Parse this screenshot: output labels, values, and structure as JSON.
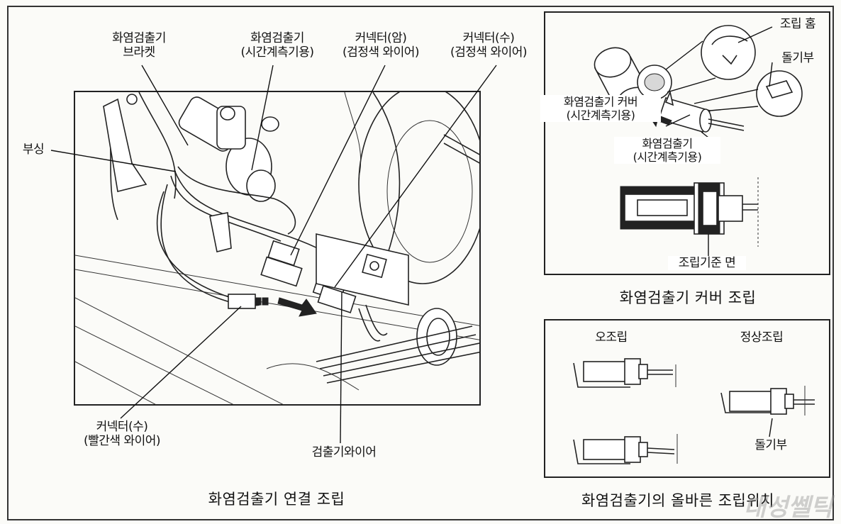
{
  "main_diagram": {
    "caption": "화염검출기 연결 조립",
    "labels": {
      "bracket": [
        "화염검출기",
        "브라켓"
      ],
      "detector_timer": [
        "화염검출기",
        "(시간계측기용)"
      ],
      "connector_female_black": [
        "커넥터(암)",
        "(검정색 와이어)"
      ],
      "connector_male_black": [
        "커넥터(수)",
        "(검정색 와이어)"
      ],
      "bushing": "부싱",
      "connector_male_red": [
        "커넥터(수)",
        "(빨간색 와이어)"
      ],
      "detector_wire": "검출기와이어"
    }
  },
  "cover_panel": {
    "caption": "화염검출기 커버 조립",
    "labels": {
      "assembly_groove": "조립 홈",
      "protrusion": "돌기부",
      "detector_cover": [
        "화염검출기 커버",
        "(시간계측기용)"
      ],
      "detector": [
        "화염검출기",
        "(시간계측기용)"
      ],
      "reference_surface": "조립기준 면"
    }
  },
  "position_panel": {
    "caption": "화염검출기의 올바른 조립위치",
    "wrong_label": "오조립",
    "correct_label": "정상조립",
    "protrusion_label": "돌기부"
  },
  "watermark": "대성쎌틱"
}
